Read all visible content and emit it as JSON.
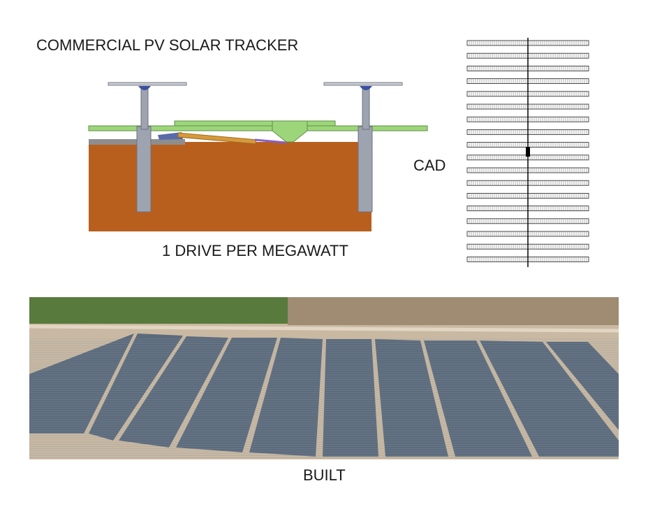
{
  "labels": {
    "title": "COMMERCIAL PV SOLAR TRACKER",
    "drive": "1 DRIVE PER MEGAWATT",
    "cad": "CAD",
    "built": "BUILT"
  },
  "colors": {
    "soil": "#b85f1e",
    "pile": "#9ea3b0",
    "beam": "#9dd67a",
    "actuator": "#d79a3a",
    "rod": "#8a5fc4",
    "panel_rows": "#5c6b7c"
  },
  "cad_rows": 18
}
